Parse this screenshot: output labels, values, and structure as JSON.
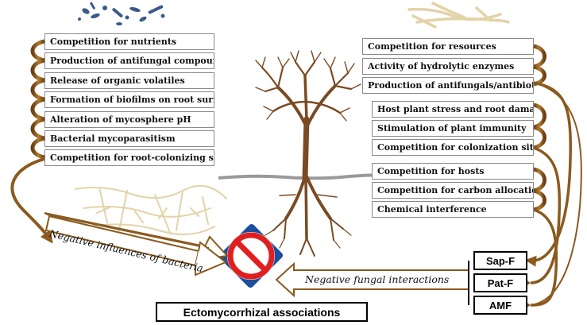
{
  "bacteria_effects": [
    "Competition for nutrients",
    "Production of antifungal compounds",
    "Release of organic volatiles",
    "Formation of biofilms on root surface",
    "Alteration of mycosphere pH",
    "Bacterial mycoparasitism",
    "Competition for root-colonizing sites"
  ],
  "saprotrophic_effects": [
    "Competition for resources",
    "Activity of hydrolytic enzymes",
    "Production of antifungals/antibiotics"
  ],
  "pathogen_effects": [
    "Host plant stress and root damage",
    "Stimulation of plant immunity",
    "Competition for colonization sites"
  ],
  "amf_effects": [
    "Competition for hosts",
    "Competition for carbon allocation",
    "Chemical interference"
  ],
  "banners": {
    "bacteria": "Negative influences of bacteria",
    "fungi": "Negative fungal interactions"
  },
  "fungal_groups": [
    "Sap-F",
    "Pat-F",
    "AMF"
  ],
  "target": "Ectomycorrhizal associations",
  "colors": {
    "arrow": "#8b5a1e",
    "tree": "#7a4a22",
    "prohibition_ring": "#e02020",
    "fungus_card": "#1a4fa0",
    "hyphae": "#e3d3a8",
    "bacteria": "#3a5a8a"
  }
}
